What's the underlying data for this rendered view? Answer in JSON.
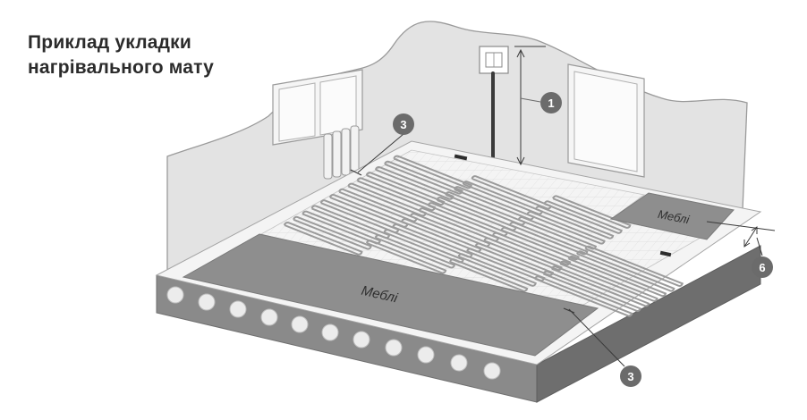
{
  "title": {
    "line1": "Приклад укладки",
    "line2": "нагрівального мату"
  },
  "furniture": {
    "front": "Меблі",
    "back": "Меблі"
  },
  "markers": {
    "height": "1",
    "edge_top": "3",
    "edge_bottom": "3",
    "wall_gap": "6"
  },
  "colors": {
    "wall": "#e3e3e3",
    "floor": "#f4f4f4",
    "furniture": "#8e8e8e",
    "slab": "#8a8a8a",
    "marker": "#6b6b6b"
  }
}
